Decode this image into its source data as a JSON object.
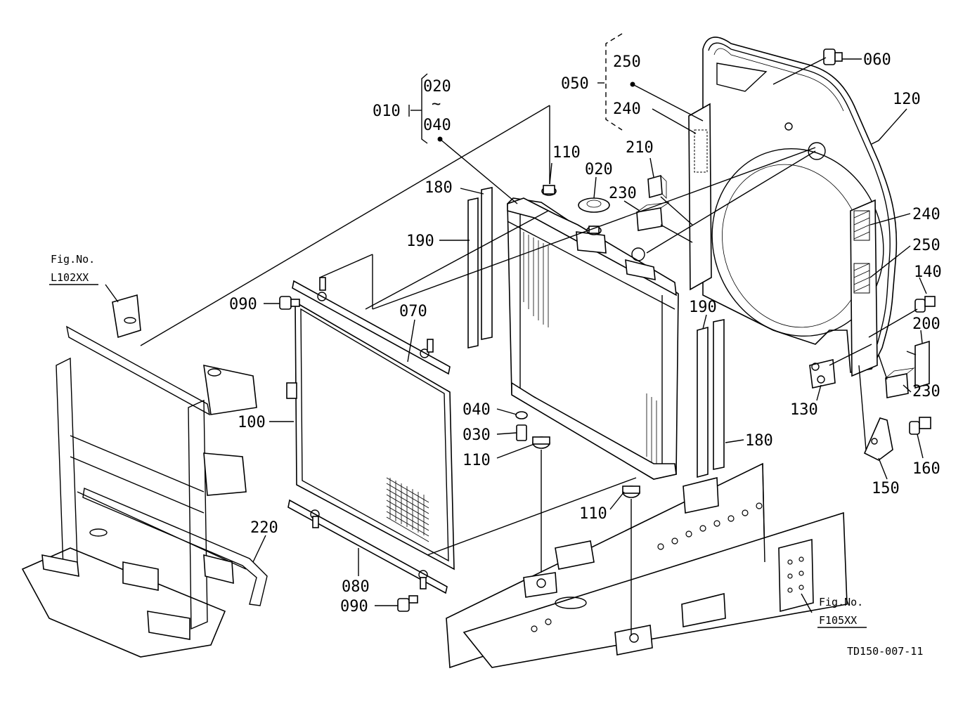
{
  "labels": {
    "p010": "010",
    "p020a": "020",
    "p020b": "020",
    "tilde": "~",
    "p040a": "040",
    "p040b": "040",
    "p050": "050",
    "p250a": "250",
    "p250b": "250",
    "p240a": "240",
    "p240b": "240",
    "p060": "060",
    "p120": "120",
    "p110a": "110",
    "p110b": "110",
    "p110c": "110",
    "p210": "210",
    "p230a": "230",
    "p230b": "230",
    "p180a": "180",
    "p180b": "180",
    "p190a": "190",
    "p190b": "190",
    "p090a": "090",
    "p090b": "090",
    "p070": "070",
    "p100": "100",
    "p030": "030",
    "p080": "080",
    "p140": "140",
    "p200": "200",
    "p130": "130",
    "p150": "150",
    "p160": "160",
    "p220": "220"
  },
  "refs": {
    "fig1_title": "Fig.No.",
    "fig1_code": "L102XX",
    "fig2_title": "Fig.No.",
    "fig2_code": "F105XX"
  },
  "drawing_id": "TD150-007-11"
}
